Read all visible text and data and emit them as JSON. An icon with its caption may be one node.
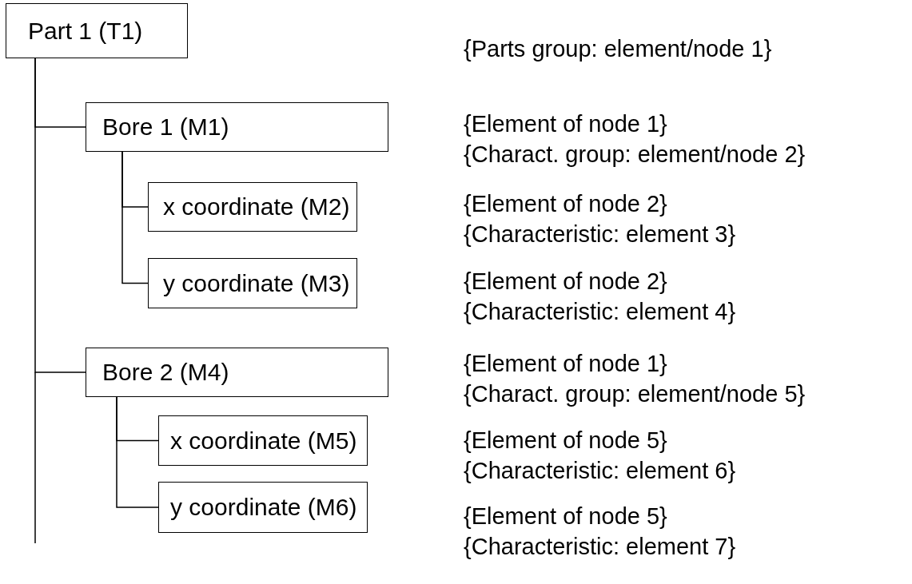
{
  "diagram": {
    "nodes": [
      {
        "text": [
          "Part 1 (T1)"
        ]
      },
      {
        "text": [
          "Bore 1 (M1)"
        ],
        "beside": [
          "{Element of node 1}",
          "{Charact. group: element/node 2}"
        ]
      },
      {
        "text": [
          "x coordinate (M2)"
        ],
        "beside": [
          "{Element of node 2}",
          "{Characteristic: element 3}"
        ]
      },
      {
        "text": [
          "y coordinate (M3)"
        ],
        "beside": [
          "{Element of node 2}",
          "{Characteristic: element 4}"
        ]
      },
      {
        "text": [
          "Bore 2 (M4)"
        ],
        "beside": [
          "{Element of node 1}",
          "{Charact. group: element/node 5}"
        ]
      },
      {
        "text": [
          "x coordinate (M5)"
        ],
        "beside": [
          "{Element of node 5}",
          "{Characteristic: element 6}"
        ]
      },
      {
        "text": [
          "y coordinate (M6)"
        ],
        "beside": [
          "{Element of node 5}",
          "{Characteristic: element 7}"
        ]
      }
    ],
    "edges": [
      {
        "from": 0,
        "to": 1,
        "arrow": "none"
      },
      {
        "from": 1,
        "to": 2,
        "arrow": "none"
      },
      {
        "from": 1,
        "to": 3,
        "arrow": "none"
      },
      {
        "from": 0,
        "to": 4,
        "arrow": "none"
      },
      {
        "from": 4,
        "to": 5,
        "arrow": "none"
      },
      {
        "from": 4,
        "to": 6,
        "arrow": "none"
      }
    ],
    "labels": [
      "{Parts group: element/node 1}"
    ]
  }
}
